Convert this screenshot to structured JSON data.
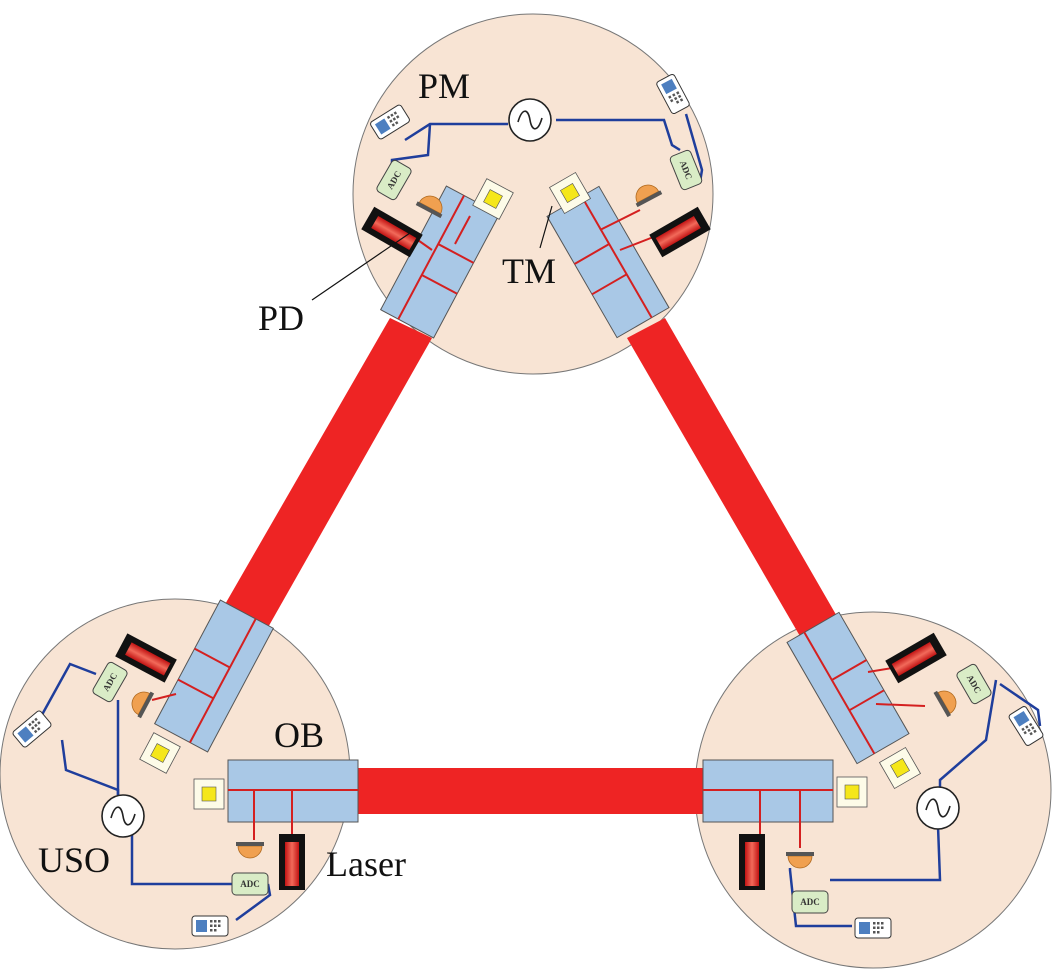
{
  "labels": {
    "pm": "PM",
    "pd": "PD",
    "tm": "TM",
    "ob": "OB",
    "uso": "USO",
    "laser": "Laser",
    "adc": "ADC"
  },
  "colors": {
    "spacecraft": "#f8e4d4",
    "beam": "#ee2424",
    "bench": "#a9c8e6",
    "wire": "#1f3e9c",
    "adc_fill": "#d9ecc6",
    "test_mass": "#f5e71a",
    "photodiode": "#f0a050",
    "laser_body": "#d42020"
  }
}
